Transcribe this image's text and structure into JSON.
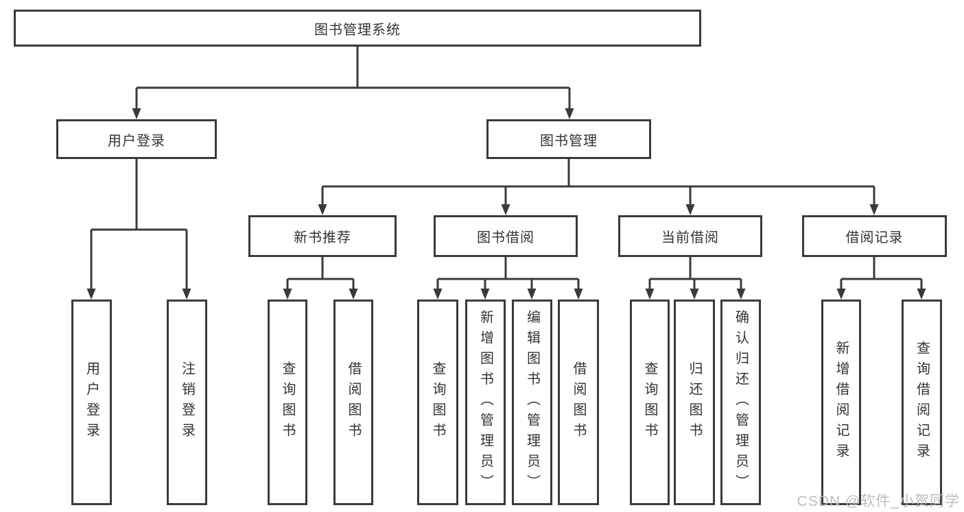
{
  "nodes": {
    "root": "图书管理系统",
    "user_login": "用户登录",
    "book_mgmt": "图书管理",
    "new_book_rec": "新书推荐",
    "book_borrow": "图书借阅",
    "current_borrow": "当前借阅",
    "borrow_records": "借阅记录"
  },
  "leaves": {
    "user_login": [
      "用户登录",
      "注销登录"
    ],
    "new_book_rec": [
      "查询图书",
      "借阅图书"
    ],
    "book_borrow": [
      "查询图书",
      "新增图书（管理员）",
      "编辑图书（管理员）",
      "借阅图书"
    ],
    "current_borrow": [
      "查询图书",
      "归还图书",
      "确认归还（管理员）"
    ],
    "borrow_records": [
      "新增借阅记录",
      "查询借阅记录"
    ]
  },
  "watermark": "CSDN @软件_小贺同学",
  "colors": {
    "line": "#3a3a3a",
    "text": "#333333",
    "background": "#ffffff",
    "watermark": "#bcbcbc"
  }
}
